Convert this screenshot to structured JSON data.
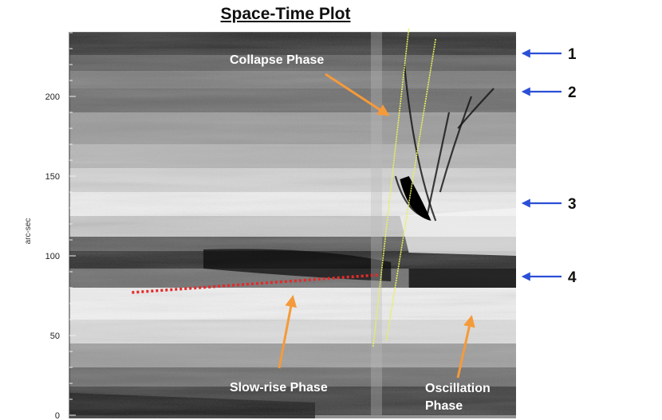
{
  "chart_data": {
    "type": "heatmap",
    "title": "Space-Time Plot",
    "ylabel": "arc-sec",
    "ylim": [
      0,
      240
    ],
    "yticks": [
      0,
      50,
      100,
      150,
      200
    ],
    "annotations": {
      "collapse": "Collapse Phase",
      "slowrise": "Slow-rise Phase",
      "oscillation_line1": "Oscillation",
      "oscillation_line2": "Phase"
    },
    "markers": [
      {
        "label": "1",
        "y": 227
      },
      {
        "label": "2",
        "y": 203
      },
      {
        "label": "3",
        "y": 133
      },
      {
        "label": "4",
        "y": 87
      }
    ],
    "lines": {
      "red_dotted": [
        [
          0.14,
          77
        ],
        [
          0.69,
          88
        ]
      ],
      "yellow_1": [
        [
          0.68,
          43
        ],
        [
          0.76,
          243
        ]
      ],
      "yellow_2": [
        [
          0.71,
          47
        ],
        [
          0.82,
          236
        ]
      ]
    },
    "colors": {
      "red": "#e52a2a",
      "yellow": "#eaf05a",
      "arrow_orange": "#f59a3a",
      "arrow_blue": "#2b4fd6"
    }
  }
}
